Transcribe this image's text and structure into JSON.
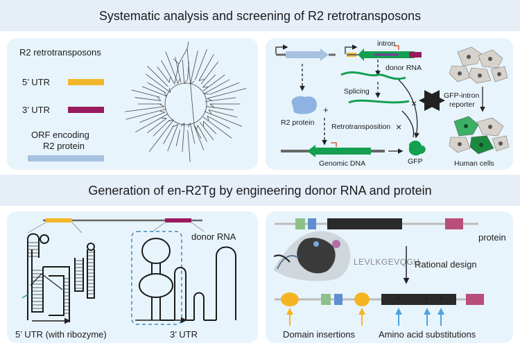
{
  "header_top": "Systematic analysis and screening of R2 retrotransposons",
  "header_bottom": "Generation of en-R2Tg by engineering donor RNA and protein",
  "panel_left": {
    "title": "R2 retrotransposons",
    "utr5_label": "5’ UTR",
    "utr3_label": "3’ UTR",
    "orf_line1": "ORF encoding",
    "orf_line2": "R2 protein"
  },
  "panel_right": {
    "intron": "intron",
    "donor_rna": "donor RNA",
    "splicing": "Splicing",
    "r2_protein": "R2 protein",
    "plus": "+",
    "retrotransposition": "Retrotransposition",
    "genomic_dna": "Genomic DNA",
    "gfp": "GFP",
    "gfp_intron_line1": "GFP-intron",
    "gfp_intron_line2": "reporter",
    "human_cells": "Human cells"
  },
  "panel_bl": {
    "donor_rna": "donor RNA",
    "utr5_caption": "5’ UTR (with ribozyme)",
    "utr3_caption": "3’ UTR"
  },
  "panel_br": {
    "protein": "protein",
    "rational_design": "Rational design",
    "domain_insertions": "Domain insertions",
    "aa_substitutions": "Amino acid substitutions",
    "seq_text": "LEVLKGEVQGH"
  },
  "colors": {
    "header_bg": "#e6eef8",
    "panel_bg": "#e8f4fb",
    "utr5": "#f2b62b",
    "utr3": "#9a1a5e",
    "orf": "#a7c2e0",
    "gfp_green": "#14a050",
    "arrow_dark": "#222222",
    "red_mark": "#d82020",
    "protein_blue": "#8db3e2",
    "domain_green": "#8dc18a",
    "domain_blue": "#5f8fd0",
    "domain_black": "#2a2a2a",
    "domain_pink": "#b84f7a",
    "insert_orange": "#f5b522",
    "mutation_arrow": "#4da3e0"
  }
}
